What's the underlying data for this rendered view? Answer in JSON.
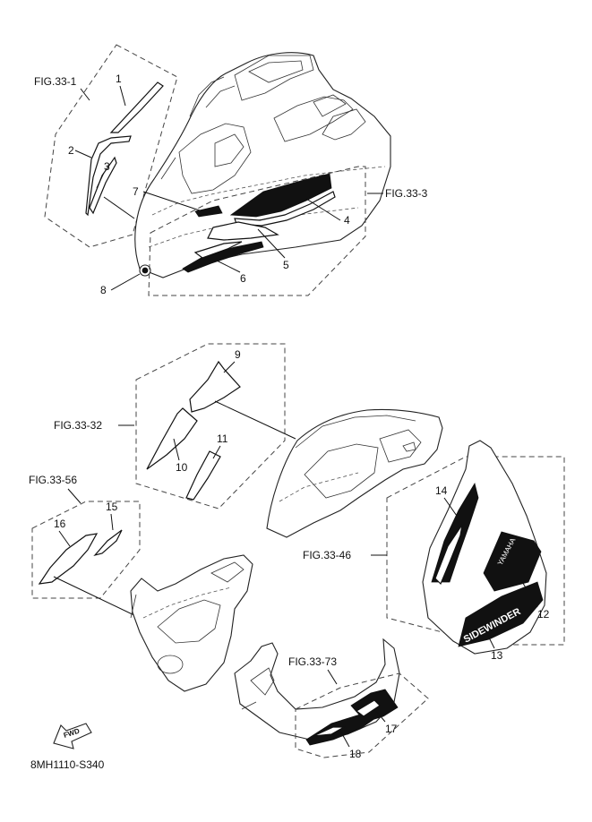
{
  "diagram": {
    "drawing_code": "8MH1110-S340",
    "fwd_label": "FWD",
    "figure_refs": {
      "fig_33_1": "FIG.33-1",
      "fig_33_3": "FIG.33-3",
      "fig_33_32": "FIG.33-32",
      "fig_33_56": "FIG.33-56",
      "fig_33_46": "FIG.33-46",
      "fig_33_73": "FIG.33-73"
    },
    "callouts": {
      "p1": "1",
      "p2": "2",
      "p3": "3",
      "p4": "4",
      "p5": "5",
      "p6": "6",
      "p7": "7",
      "p8": "8",
      "p9": "9",
      "p10": "10",
      "p11": "11",
      "p12": "12",
      "p13": "13",
      "p14": "14",
      "p15": "15",
      "p16": "16",
      "p17": "17",
      "p18": "18"
    },
    "decal_text": {
      "yamaha": "YAMAHA",
      "sidewinder": "SIDEWINDER"
    }
  }
}
